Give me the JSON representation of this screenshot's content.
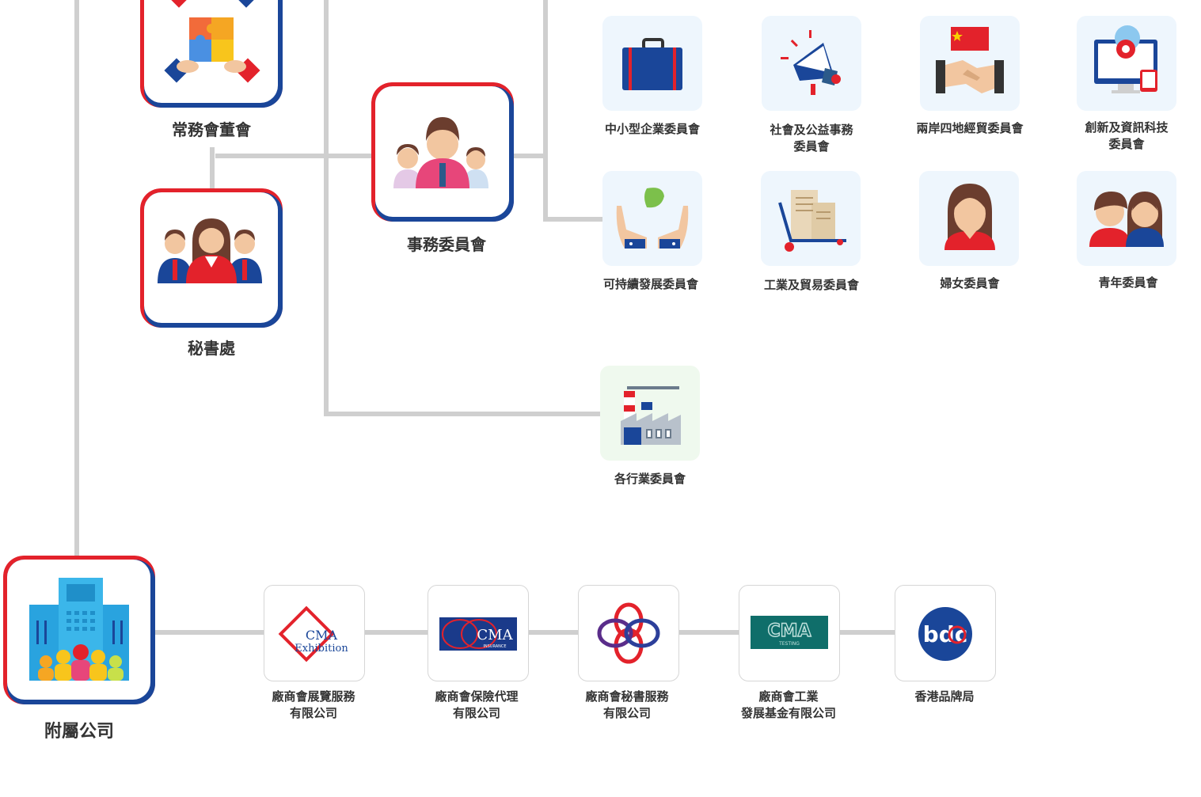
{
  "nodes": {
    "standing_committee": "常務會董會",
    "affairs_committee": "事務委員會",
    "secretariat": "秘書處",
    "subsidiaries": "附屬公司"
  },
  "committees": [
    {
      "label": "中小型企業委員會",
      "icon": "briefcase-icon"
    },
    {
      "label": "社會及公益事務委員會",
      "line1": "社會及公益事務",
      "line2": "委員會",
      "icon": "megaphone-icon"
    },
    {
      "label": "兩岸四地經貿委員會",
      "icon": "handshake-flag-icon"
    },
    {
      "label": "創新及資訊科技委員會",
      "line1": "創新及資訊科技",
      "line2": "委員會",
      "icon": "computer-gear-icon"
    },
    {
      "label": "可持續發展委員會",
      "icon": "hands-leaf-icon"
    },
    {
      "label": "工業及貿易委員會",
      "icon": "cargo-trolley-icon"
    },
    {
      "label": "婦女委員會",
      "icon": "woman-icon"
    },
    {
      "label": "青年委員會",
      "icon": "youth-icon"
    }
  ],
  "industry_committee": {
    "label": "各行業委員會",
    "icon": "factory-icon"
  },
  "companies": [
    {
      "line1": "廠商會展覽服務",
      "line2": "有限公司",
      "logo_text1": "CMA",
      "logo_text2": "Exhibition"
    },
    {
      "line1": "廠商會保險代理",
      "line2": "有限公司",
      "logo_text1": "CMA",
      "logo_text2": "INSURANCE"
    },
    {
      "line1": "廠商會秘書服務",
      "line2": "有限公司"
    },
    {
      "line1": "廠商會工業",
      "line2": "發展基金有限公司",
      "logo_text1": "CMA",
      "logo_text2": "TESTING"
    },
    {
      "line1": "香港品牌局",
      "line2": "",
      "logo_text1": "bdc"
    }
  ],
  "colors": {
    "red": "#e3222b",
    "blue": "#1a4699",
    "line": "#cfcfcf",
    "card_bg": "#eef6fd"
  }
}
